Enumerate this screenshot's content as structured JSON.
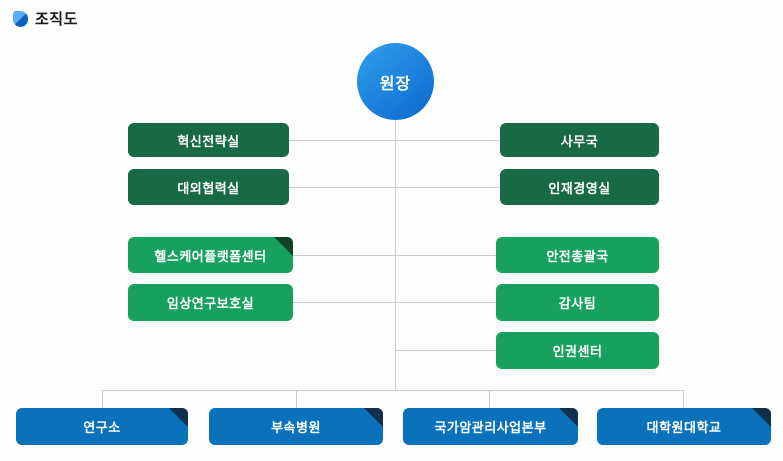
{
  "title": {
    "text": "조직도"
  },
  "root": {
    "label": "원장"
  },
  "left_column": [
    {
      "label": "혁신전략실",
      "style": "dark",
      "fold": false
    },
    {
      "label": "대외협력실",
      "style": "dark",
      "fold": false
    },
    {
      "label": "헬스케어플랫폼센터",
      "style": "green",
      "fold": true
    },
    {
      "label": "임상연구보호실",
      "style": "green",
      "fold": false
    }
  ],
  "right_column": [
    {
      "label": "사무국",
      "style": "dark",
      "fold": false
    },
    {
      "label": "인재경영실",
      "style": "dark",
      "fold": false
    },
    {
      "label": "안전총괄국",
      "style": "green",
      "fold": false
    },
    {
      "label": "감사팀",
      "style": "green",
      "fold": false
    },
    {
      "label": "인권센터",
      "style": "green",
      "fold": false
    }
  ],
  "bottom_row": [
    {
      "label": "연구소",
      "style": "blue",
      "fold": true
    },
    {
      "label": "부속병원",
      "style": "blue",
      "fold": true
    },
    {
      "label": "국가암관리사업본부",
      "style": "blue",
      "fold": true
    },
    {
      "label": "대학원대학교",
      "style": "blue",
      "fold": true
    }
  ],
  "colors": {
    "dark_green": "#176a43",
    "green": "#17a05e",
    "green_fold": "#0c4226",
    "blue": "#0a72ba",
    "navy_fold": "#12304e",
    "circle_gradient_start": "#2f9ceb",
    "circle_gradient_end": "#0c6bce",
    "connector_line": "#cccccc",
    "title_icon_light": "#58aef3",
    "title_icon_dark": "#0d63b9"
  }
}
